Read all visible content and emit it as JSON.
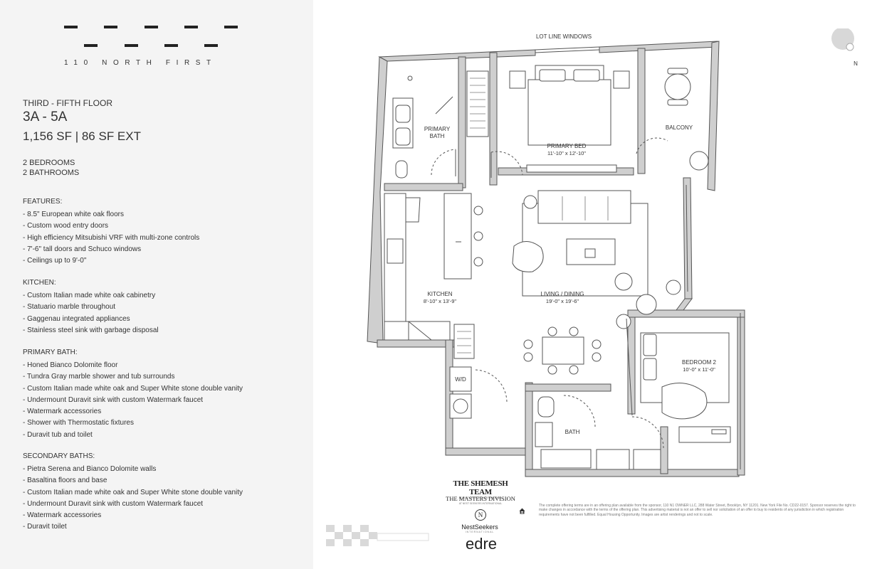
{
  "logo": {
    "wordmark": "110 NORTH FIRST"
  },
  "unit": {
    "floor_label": "THIRD - FIFTH FLOOR",
    "unit_name": "3A - 5A",
    "size": "1,156 SF | 86 SF EXT",
    "bedrooms": "2 BEDROOMS",
    "bathrooms": "2 BATHROOMS"
  },
  "sections": [
    {
      "heading": "FEATURES:",
      "items": [
        "8.5\" European white oak floors",
        "Custom wood entry doors",
        "High efficiency Mitsubishi VRF with multi-zone controls",
        "7'-6\" tall doors and Schuco windows",
        "Ceilings up to 9'-0\""
      ]
    },
    {
      "heading": "KITCHEN:",
      "items": [
        "Custom Italian made white oak cabinetry",
        "Statuario marble throughout",
        "Gaggenau integrated appliances",
        "Stainless steel sink with garbage disposal"
      ]
    },
    {
      "heading": "PRIMARY BATH:",
      "items": [
        "Honed Bianco Dolomite floor",
        "Tundra Gray marble shower and tub surrounds",
        "Custom Italian made white oak and Super White stone double vanity",
        "Undermount Duravit sink with custom Watermark faucet",
        "Watermark accessories",
        "Shower with Thermostatic fixtures",
        "Duravit tub and toilet"
      ]
    },
    {
      "heading": "SECONDARY BATHS:",
      "items": [
        "Pietra Serena and Bianco Dolomite walls",
        "Basaltina floors and base",
        "Custom Italian made white oak and Super White stone double vanity",
        "Undermount Duravit sink with custom Watermark faucet",
        "Watermark accessories",
        "Duravit toilet"
      ]
    }
  ],
  "plan": {
    "lot_line": "LOT LINE WINDOWS",
    "north": "N",
    "rooms": {
      "primary_bath": "PRIMARY",
      "primary_bath_2": "BATH",
      "primary_bed": "PRIMARY BED",
      "primary_bed_dim": "11'-10\" x 12'-10\"",
      "balcony": "BALCONY",
      "kitchen": "KITCHEN",
      "kitchen_dim": "8'-10\" x 13'-9\"",
      "living": "LIVING / DINING",
      "living_dim": "19'-0\" x 19'-6\"",
      "bedroom2": "BEDROOM 2",
      "bedroom2_dim": "10'-0\" x 11'-0\"",
      "bath": "BATH",
      "wd": "W/D"
    }
  },
  "brands": {
    "shemesh": "THE SHEMESH TEAM",
    "shemesh_sub": "AT NEST SEEKERS INTERNATIONAL",
    "masters": "THE MASTERS DIVISION",
    "masters_sub": "AT NEST SEEKERS INTERNATIONAL",
    "nestseekers": "NestSeekers",
    "nestseekers_sub": "INTERNATIONAL",
    "edre": "edre"
  },
  "disclaimer": "The complete offering terms are in an offering plan available from the sponsor, 110 N1 OWNER LLC, 288 Water Street, Brooklyn, NY 11201. New York File No. CD22-0157. Sponsor reserves the right to make changes in accordance with the terms of the offering plan. This advertising material is not an offer to sell nor solicitation of an offer to buy to residents of any jurisdiction in which registration requirements have not been fulfilled. Equal Housing Opportunity. Images are artist renderings and not to scale."
}
